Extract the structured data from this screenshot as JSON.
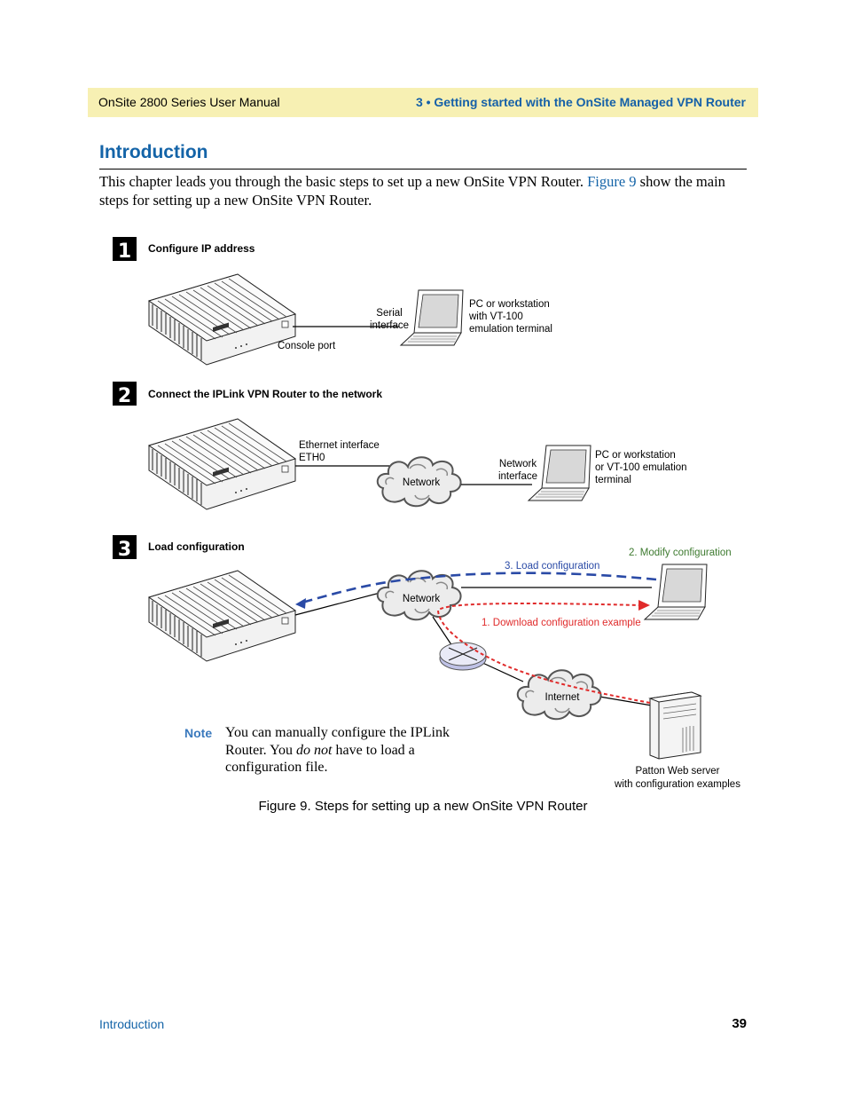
{
  "header": {
    "manual_title": "OnSite 2800 Series User Manual",
    "chapter_title": "3 • Getting started with the OnSite Managed VPN Router"
  },
  "section": {
    "title": "Introduction",
    "intro_before": "This chapter leads you through the basic steps to set up a new OnSite VPN Router. ",
    "intro_link": "Figure 9",
    "intro_after": " show the main steps for setting up a new OnSite VPN Router."
  },
  "figure": {
    "steps": [
      {
        "number": "1",
        "title": "Configure IP address"
      },
      {
        "number": "2",
        "title": "Connect the IPLink VPN Router to the network"
      },
      {
        "number": "3",
        "title": "Load configuration"
      }
    ],
    "step1": {
      "serial_line1": "Serial",
      "serial_line2": "interface",
      "console_port": "Console port",
      "pc_line1": "PC or workstation",
      "pc_line2": "with VT-100",
      "pc_line3": "emulation terminal"
    },
    "step2": {
      "eth_line1": "Ethernet interface",
      "eth_line2": "ETH0",
      "network": "Network",
      "netif_line1": "Network",
      "netif_line2": "interface",
      "pc_line1": "PC or workstation",
      "pc_line2": "or VT-100 emulation",
      "pc_line3": "terminal"
    },
    "step3": {
      "network": "Network",
      "internet": "Internet",
      "load_config": "3. Load configuration",
      "modify_config": "2. Modify configuration",
      "download_example": "1. Download configuration example",
      "server_line1": "Patton Web server",
      "server_line2": "with configuration examples"
    },
    "colors": {
      "blue_arrow": "#2a4aa6",
      "red_arrow": "#e02b2b",
      "green_label": "#3d7a2f"
    },
    "caption": "Figure 9. Steps for setting up a new OnSite VPN Router"
  },
  "note": {
    "label": "Note",
    "text_before": "You can manually configure the IPLink Router. You ",
    "text_em": "do not",
    "text_after": " have to load a configuration file."
  },
  "footer": {
    "section": "Introduction",
    "page_number": "39"
  }
}
